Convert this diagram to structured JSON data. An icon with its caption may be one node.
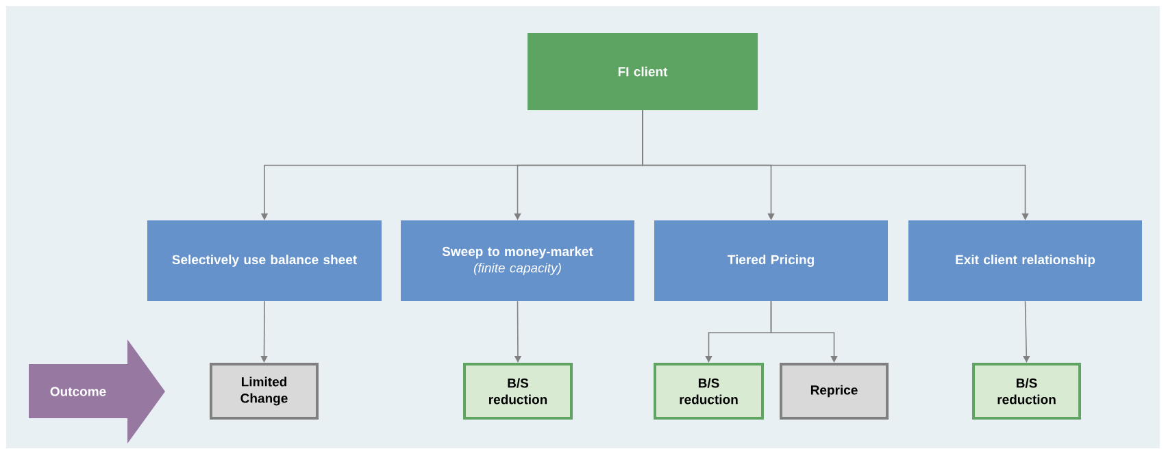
{
  "diagram": {
    "nodes": [
      {
        "text": [
          "FI client"
        ]
      },
      {
        "text": [
          "Selectively use balance sheet"
        ]
      },
      {
        "text": [
          "Sweep to money-market",
          "(finite capacity)"
        ]
      },
      {
        "text": [
          "Tiered Pricing"
        ]
      },
      {
        "text": [
          "Exit client relationship"
        ]
      },
      {
        "text": [
          "Outcome"
        ]
      },
      {
        "text": [
          "Limited Change"
        ]
      },
      {
        "text": [
          "B/S reduction"
        ]
      },
      {
        "text": [
          "B/S reduction"
        ]
      },
      {
        "text": [
          "Reprice"
        ]
      },
      {
        "text": [
          "B/S reduction"
        ]
      }
    ],
    "edges": [
      {
        "from": 0,
        "to": 1,
        "arrow": "to"
      },
      {
        "from": 0,
        "to": 2,
        "arrow": "to"
      },
      {
        "from": 0,
        "to": 3,
        "arrow": "to"
      },
      {
        "from": 0,
        "to": 4,
        "arrow": "to"
      },
      {
        "from": 1,
        "to": 6,
        "arrow": "to"
      },
      {
        "from": 2,
        "to": 7,
        "arrow": "to"
      },
      {
        "from": 3,
        "to": 8,
        "arrow": "to"
      },
      {
        "from": 3,
        "to": 9,
        "arrow": "to"
      },
      {
        "from": 4,
        "to": 10,
        "arrow": "to"
      }
    ]
  }
}
